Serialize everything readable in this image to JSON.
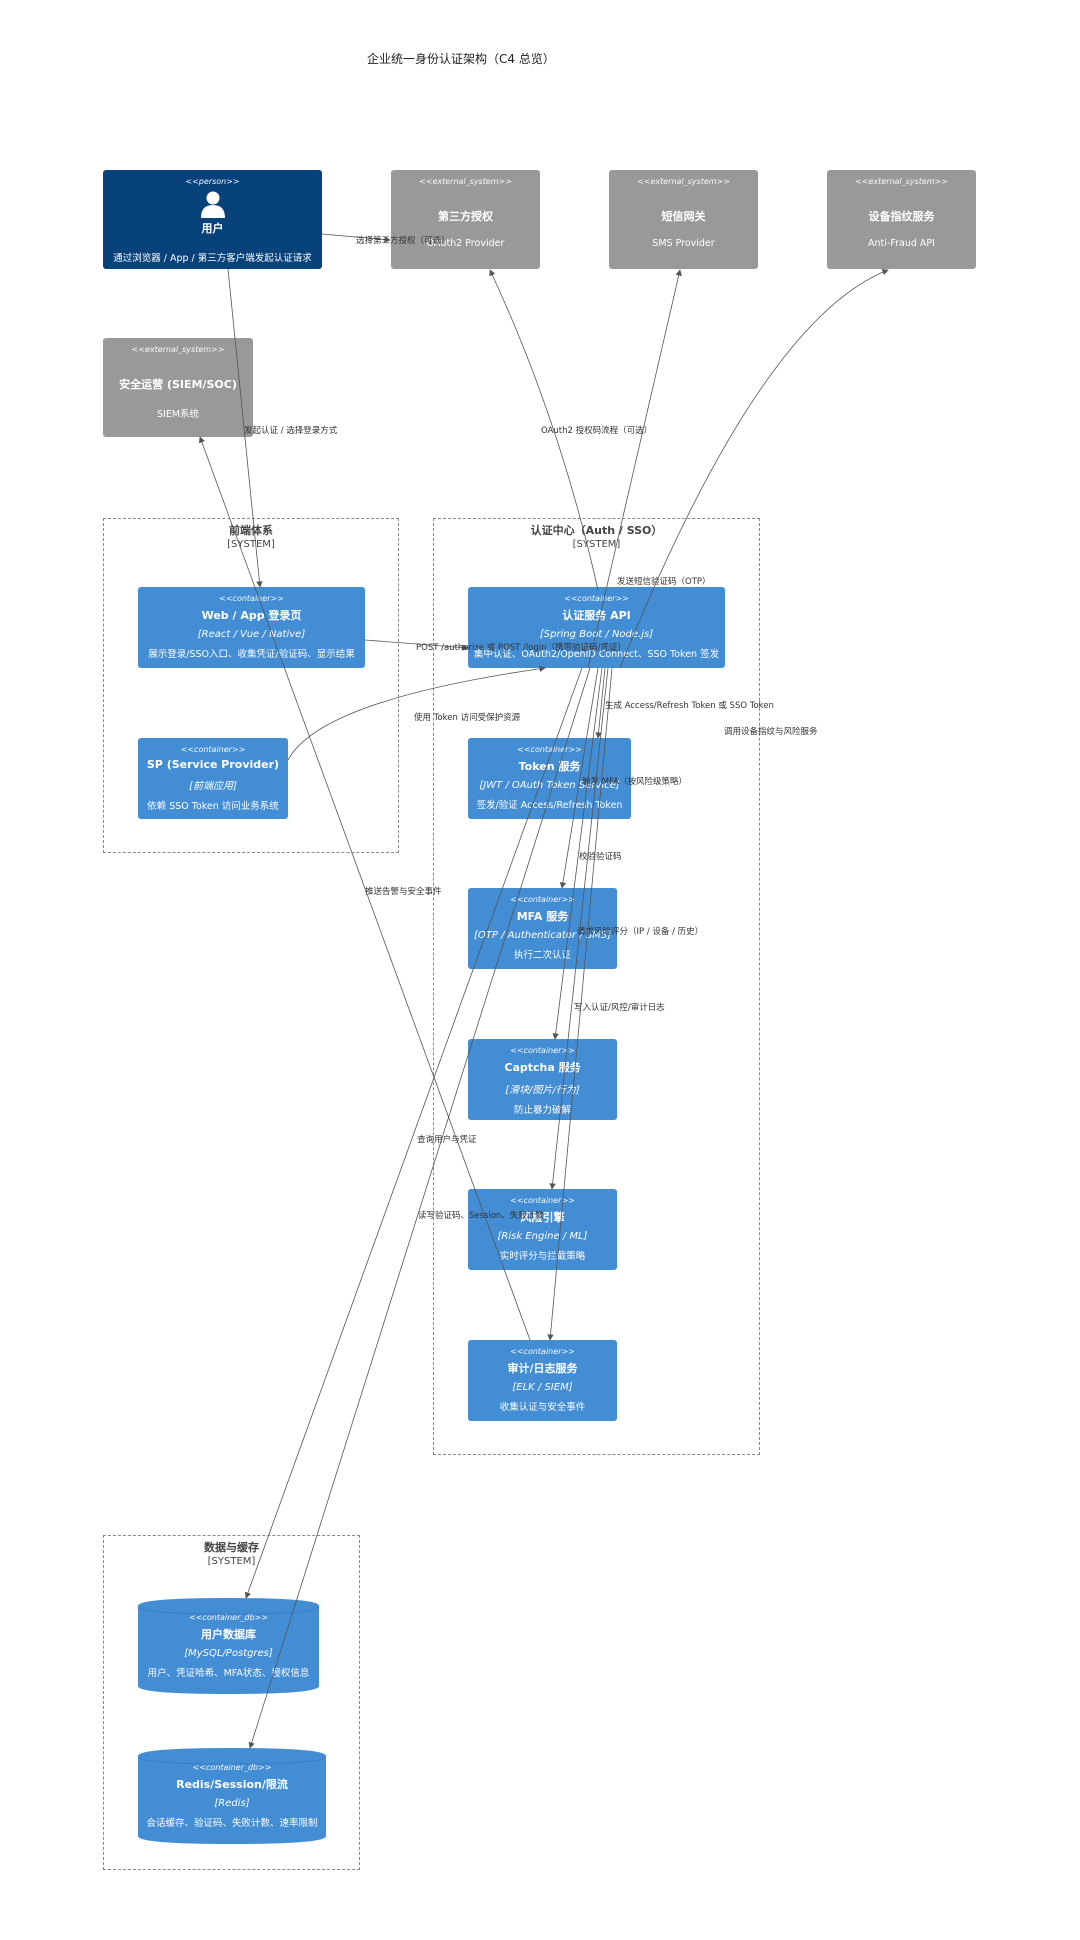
{
  "title": "企业统一身份认证架构（C4 总览）",
  "colors": {
    "person": "#08427b",
    "external": "#999999",
    "container": "#438dd5",
    "edge": "#555555"
  },
  "nodes": {
    "user": {
      "stereotype": "<<person>>",
      "name": "用户",
      "desc": "通过浏览器 / App / 第三方客户端发起认证请求"
    },
    "oauth_ext": {
      "stereotype": "<<external_system>>",
      "name": "第三方授权",
      "desc": "OAuth2 Provider"
    },
    "sms_ext": {
      "stereotype": "<<external_system>>",
      "name": "短信网关",
      "desc": "SMS Provider"
    },
    "fingerprint_ext": {
      "stereotype": "<<external_system>>",
      "name": "设备指纹服务",
      "desc": "Anti-Fraud API"
    },
    "siem_ext": {
      "stereotype": "<<external_system>>",
      "name": "安全运营 (SIEM/SOC)",
      "desc": "SIEM系统"
    },
    "web": {
      "stereotype": "<<container>>",
      "name": "Web / App 登录页",
      "tech": "[React / Vue / Native]",
      "desc": "展示登录/SSO入口、收集凭证/验证码、显示结果"
    },
    "sp": {
      "stereotype": "<<container>>",
      "name": "SP (Service Provider)",
      "tech": "[前端应用]",
      "desc": "依赖 SSO Token 访问业务系统"
    },
    "auth_api": {
      "stereotype": "<<container>>",
      "name": "认证服务 API",
      "tech": "[Spring Boot / Node.js]",
      "desc": "集中认证、OAuth2/OpenID Connect、SSO Token 签发"
    },
    "token": {
      "stereotype": "<<container>>",
      "name": "Token 服务",
      "tech": "[JWT / OAuth Token Service]",
      "desc": "签发/验证 Access/Refresh Token"
    },
    "mfa": {
      "stereotype": "<<container>>",
      "name": "MFA 服务",
      "tech": "[OTP / Authenticator / SMS]",
      "desc": "执行二次认证"
    },
    "captcha": {
      "stereotype": "<<container>>",
      "name": "Captcha 服务",
      "tech": "[滑块/图片/行为]",
      "desc": "防止暴力破解"
    },
    "risk": {
      "stereotype": "<<container>>",
      "name": "风险引擎",
      "tech": "[Risk Engine / ML]",
      "desc": "实时评分与拦截策略"
    },
    "audit": {
      "stereotype": "<<container>>",
      "name": "审计/日志服务",
      "tech": "[ELK / SIEM]",
      "desc": "收集认证与安全事件"
    },
    "userdb": {
      "stereotype": "<<container_db>>",
      "name": "用户数据库",
      "tech": "[MySQL/Postgres]",
      "desc": "用户、凭证哈希、MFA状态、授权信息"
    },
    "redis": {
      "stereotype": "<<container_db>>",
      "name": "Redis/Session/限流",
      "tech": "[Redis]",
      "desc": "会话缓存、验证码、失败计数、速率限制"
    }
  },
  "boundaries": {
    "frontend": {
      "label": "前端体系",
      "type": "[SYSTEM]"
    },
    "auth": {
      "label": "认证中心（Auth / SSO）",
      "type": "[SYSTEM]"
    },
    "data": {
      "label": "数据与缓存",
      "type": "[SYSTEM]"
    }
  },
  "edge_labels": {
    "select_third": "选择第三方授权（可选）",
    "init_auth": "发起认证 / 选择登录方式",
    "oauth_flow": "OAuth2 授权码流程（可选）",
    "send_sms": "发送短信验证码（OTP）",
    "post_login": "POST /authorize 或 POST /login（携带验证码/凭证）",
    "use_token": "使用 Token 访问受保护资源",
    "gen_token": "生成 Access/Refresh Token 或 SSO Token",
    "call_fp": "调用设备指纹与风险服务",
    "trigger_mfa": "触发 MFA（按风险级策略）",
    "verify_code": "校验验证码",
    "push_alert": "推送告警与安全事件",
    "risk_score": "请求风险评分（IP / 设备 / 历史）",
    "write_log": "写入认证/风控/审计日志",
    "query_user": "查询用户与凭证",
    "rw_cache": "读写验证码、Session、失败计数"
  }
}
